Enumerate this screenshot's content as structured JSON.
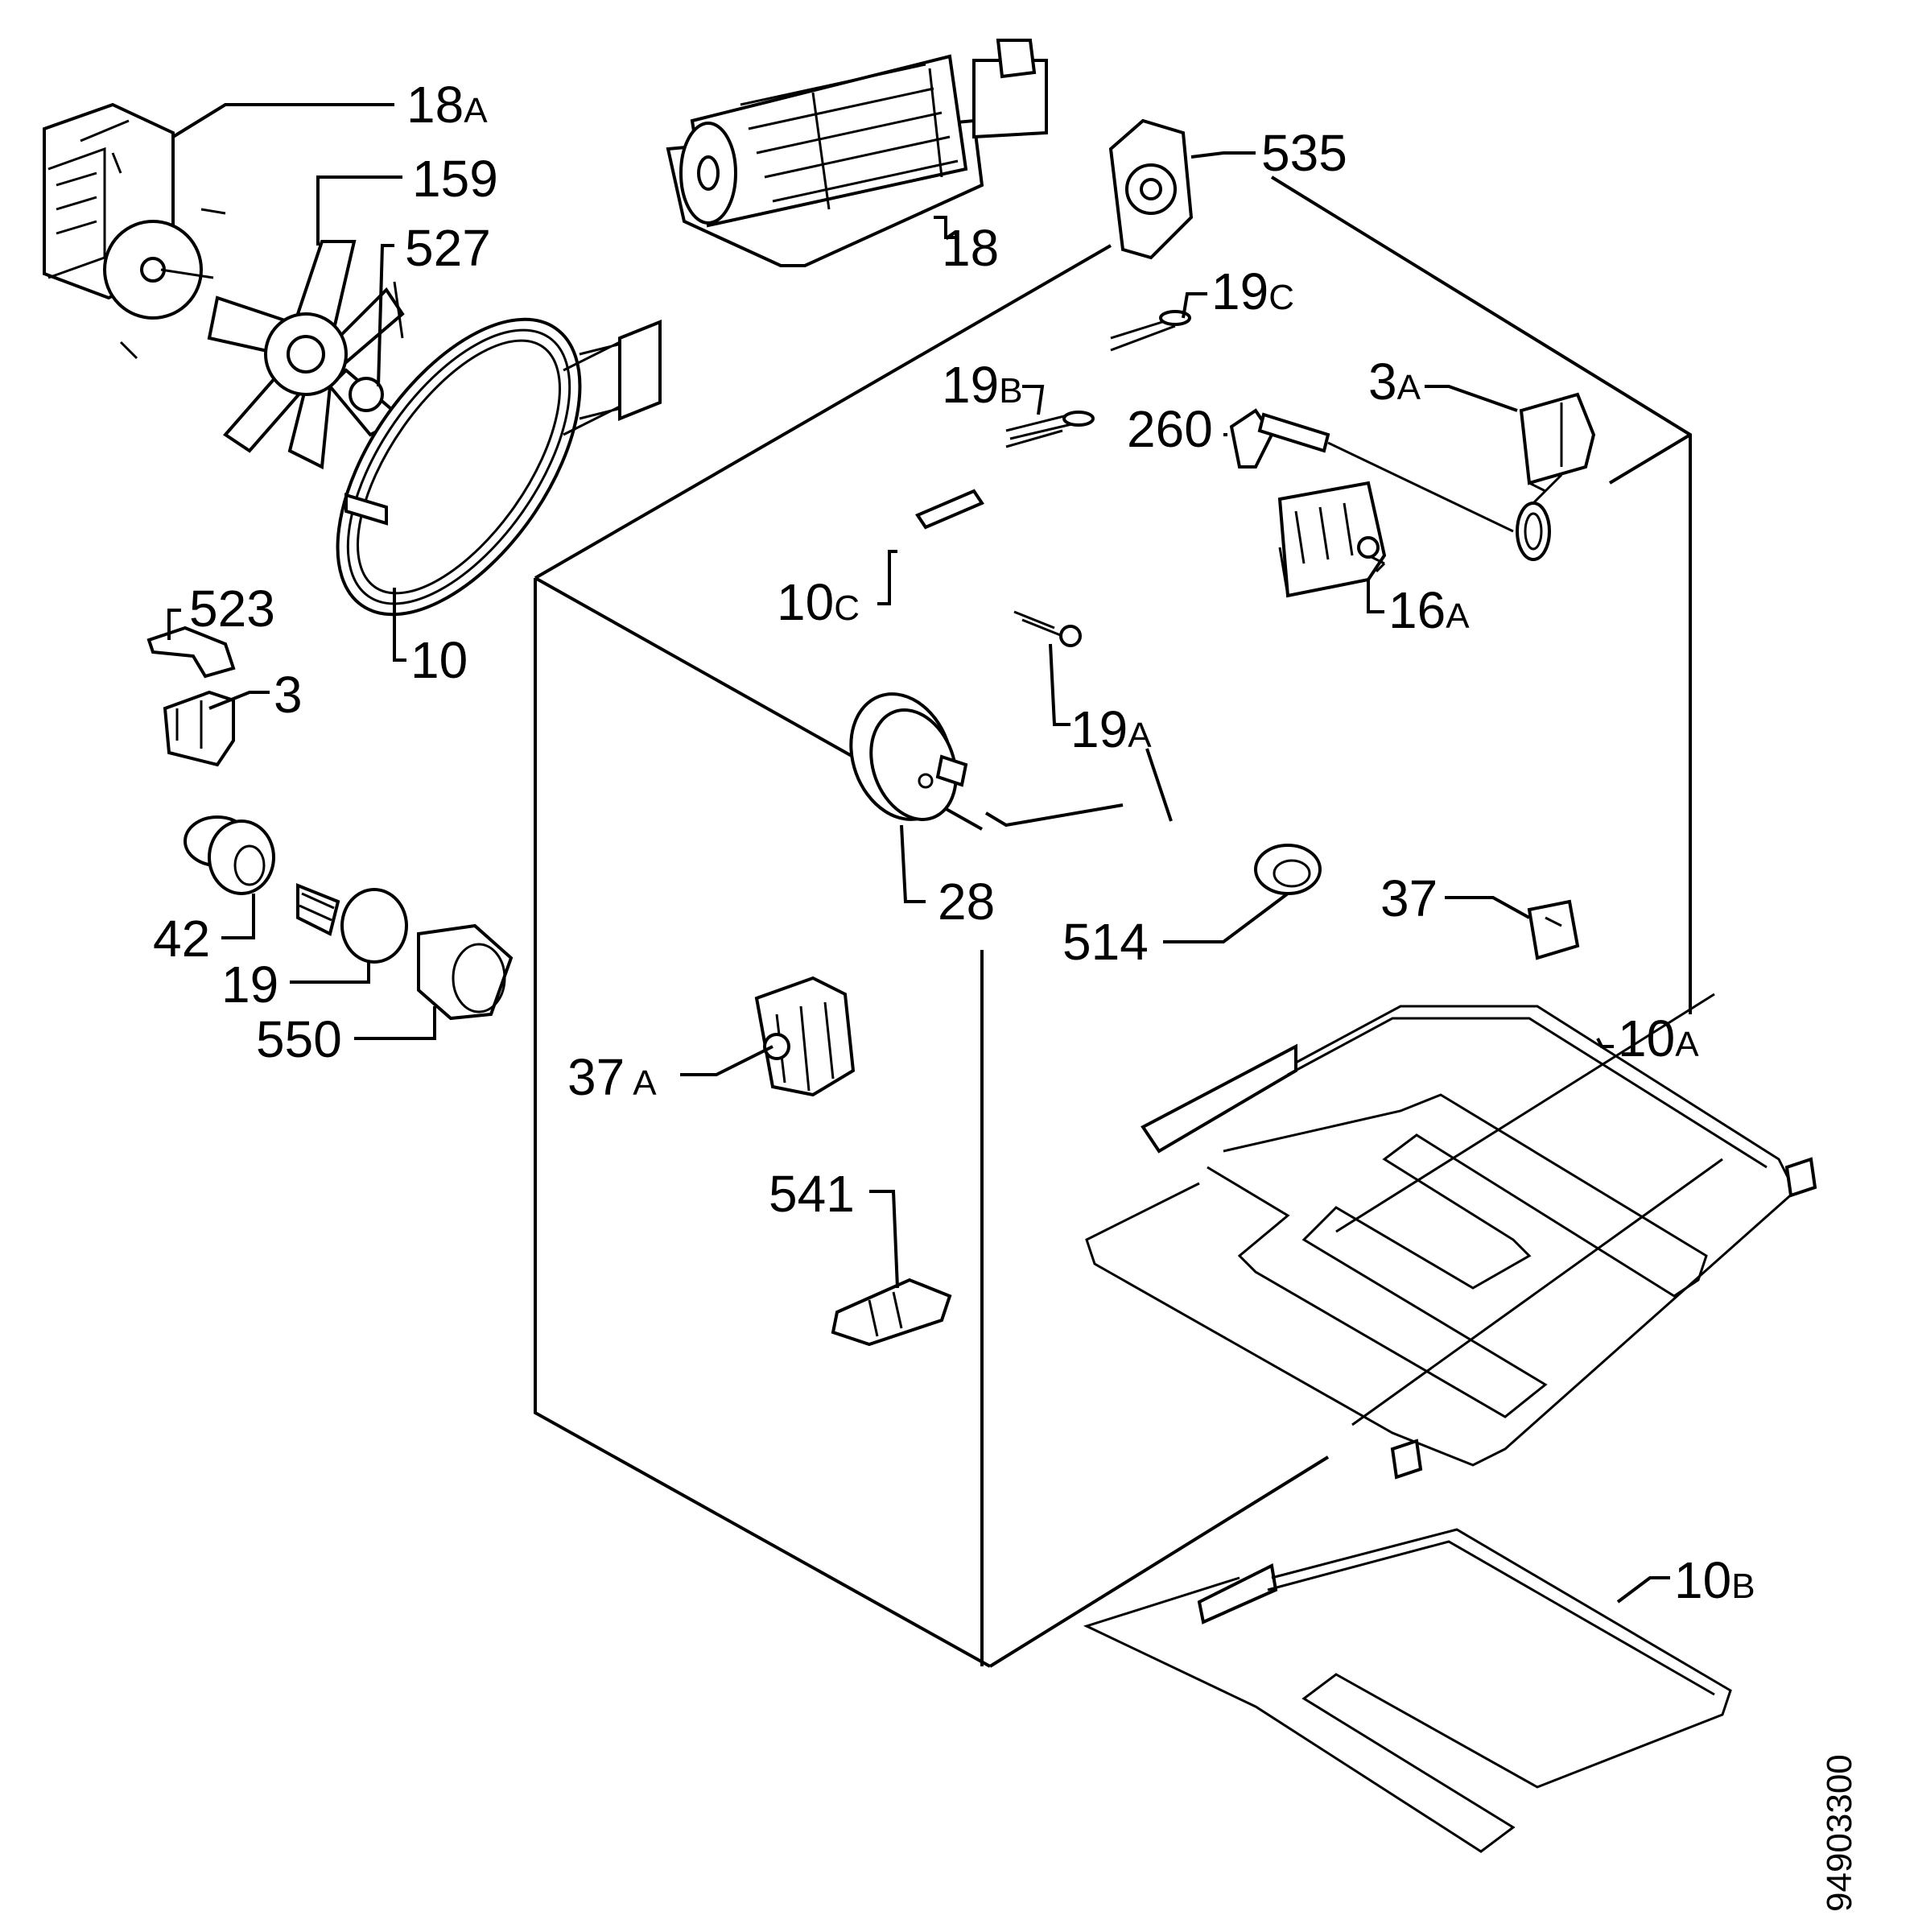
{
  "labels": {
    "p18a": {
      "num": "18",
      "suffix": "A"
    },
    "p159": {
      "num": "159",
      "suffix": ""
    },
    "p527": {
      "num": "527",
      "suffix": ""
    },
    "p18": {
      "num": "18",
      "suffix": ""
    },
    "p535": {
      "num": "535",
      "suffix": ""
    },
    "p19c": {
      "num": "19",
      "suffix": "C"
    },
    "p19b": {
      "num": "19",
      "suffix": "B"
    },
    "p260": {
      "num": "260",
      "suffix": ""
    },
    "p3a": {
      "num": "3",
      "suffix": "A"
    },
    "p10c": {
      "num": "10",
      "suffix": "C"
    },
    "p16a": {
      "num": "16",
      "suffix": "A"
    },
    "p523": {
      "num": "523",
      "suffix": ""
    },
    "p3": {
      "num": "3",
      "suffix": ""
    },
    "p10": {
      "num": "10",
      "suffix": ""
    },
    "p19a": {
      "num": "19",
      "suffix": "A"
    },
    "p28": {
      "num": "28",
      "suffix": ""
    },
    "p42": {
      "num": "42",
      "suffix": ""
    },
    "p19": {
      "num": "19",
      "suffix": ""
    },
    "p550": {
      "num": "550",
      "suffix": ""
    },
    "p514": {
      "num": "514",
      "suffix": ""
    },
    "p37": {
      "num": "37",
      "suffix": ""
    },
    "p37a": {
      "num": "37",
      "suffix": "A"
    },
    "p10a": {
      "num": "10",
      "suffix": "A"
    },
    "p541": {
      "num": "541",
      "suffix": ""
    },
    "p10b": {
      "num": "10",
      "suffix": "B"
    }
  },
  "drawing_number": "94903300"
}
